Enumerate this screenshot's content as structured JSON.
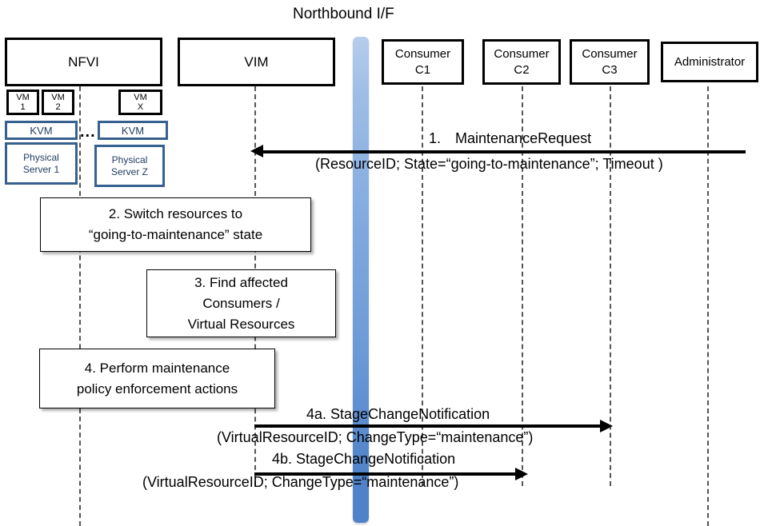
{
  "diagram": {
    "title": "Northbound I/F",
    "type": "sequence-diagram"
  },
  "lifelines": [
    {
      "id": "nfvi",
      "label": "NFVI",
      "sublabel": ""
    },
    {
      "id": "vim",
      "label": "VIM",
      "sublabel": ""
    },
    {
      "id": "consumer_c1",
      "label": "Consumer",
      "sublabel": "C1"
    },
    {
      "id": "consumer_c2",
      "label": "Consumer",
      "sublabel": "C2"
    },
    {
      "id": "consumer_c3",
      "label": "Consumer",
      "sublabel": "C3"
    },
    {
      "id": "administrator",
      "label": "Administrator",
      "sublabel": ""
    }
  ],
  "nfvi_internals": {
    "vms": [
      {
        "name": "VM",
        "index": "1"
      },
      {
        "name": "VM",
        "index": "2"
      },
      {
        "name": "VM",
        "index": "X"
      }
    ],
    "hypervisors": [
      {
        "label": "KVM"
      },
      {
        "label": "KVM"
      }
    ],
    "servers": [
      {
        "line1": "Physical",
        "line2": "Server 1"
      },
      {
        "line1": "Physical",
        "line2": "Server Z"
      }
    ],
    "ellipsis": "..."
  },
  "actions": [
    {
      "id": "step2",
      "lines": [
        "2. Switch resources to",
        "“going-to-maintenance” state"
      ]
    },
    {
      "id": "step3",
      "lines": [
        "3. Find affected",
        "Consumers /",
        "Virtual Resources"
      ]
    },
    {
      "id": "step4",
      "lines": [
        "4. Perform maintenance",
        "policy enforcement actions"
      ]
    }
  ],
  "messages": [
    {
      "id": "msg1",
      "number": "1.",
      "name": "MaintenanceRequest",
      "title": "1. MaintenanceRequest",
      "params": "(ResourceID; State=“going-to-maintenance”; Timeout )",
      "from": "administrator",
      "to": "vim",
      "direction": "left"
    },
    {
      "id": "msg4a",
      "number": "4a.",
      "name": "StageChangeNotification",
      "title": "4a. StageChangeNotification",
      "params": "(VirtualResourceID; ChangeType=“maintenance”)",
      "from": "vim",
      "to": "consumer_c3",
      "direction": "right"
    },
    {
      "id": "msg4b",
      "number": "4b.",
      "name": "StageChangeNotification",
      "title": "4b. StageChangeNotification",
      "params": "(VirtualResourceID; ChangeType=“maintenance”)",
      "from": "vim",
      "to": "consumer_c2",
      "direction": "right"
    }
  ],
  "colors": {
    "northbound_bar_top": "#b6cdec",
    "northbound_bar_bottom": "#4f82c8",
    "server_box_border": "#36618f",
    "lifeline": "#555555",
    "arrow": "#000000",
    "background": "#ffffff"
  }
}
